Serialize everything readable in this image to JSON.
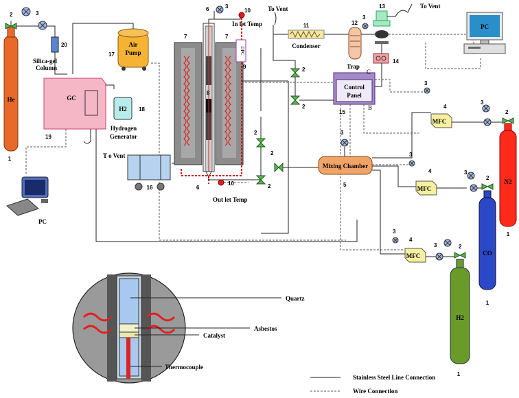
{
  "cylinders": {
    "he": {
      "label": "He",
      "num": "1",
      "color": "#e8692a"
    },
    "n2": {
      "label": "N2",
      "num": "1",
      "color": "#ff2a1a"
    },
    "co": {
      "label": "CO",
      "num": "1",
      "color": "#2a48c8"
    },
    "h2": {
      "label": "H2",
      "num": "1",
      "color": "#6a9a2a"
    }
  },
  "components": {
    "silica_gel": {
      "label1": "Silica-gel",
      "label2": "Column",
      "num": "20"
    },
    "air_pump": {
      "label1": "Air",
      "label2": "Pump",
      "num": "17"
    },
    "gc": {
      "label": "GC",
      "num": "19"
    },
    "h2_gen": {
      "box": "H2",
      "num": "18",
      "label1": "Hydrogen",
      "label2": "Generator"
    },
    "gc_vent": "T o Vent",
    "bath": {
      "num": "16"
    },
    "pc_left": "PC",
    "pc_right": "PC",
    "furnace": {
      "num_left": "7",
      "num_right": "7",
      "reactor_num": "8",
      "tube_top": "6",
      "tube_bottom": "6"
    },
    "inlet_temp": {
      "label": "In let Temp",
      "num": "10"
    },
    "outlet_temp": {
      "label": "Out let Temp",
      "num": "10"
    },
    "dpc": {
      "label": "DPC",
      "num": "9"
    },
    "vent1": "To Vent",
    "vent2": "To Vent",
    "condenser": {
      "label": "Condenser",
      "num": "11"
    },
    "trap": {
      "label": "Trap",
      "num": "12"
    },
    "separator": {
      "num": "13"
    },
    "pump14": {
      "num": "14"
    },
    "control_panel": {
      "label1": "Control",
      "label2": "Panel",
      "num": "15",
      "c": "C",
      "b": "B"
    },
    "mixing": {
      "label": "Mixing Chamber",
      "num": "5"
    },
    "mfc": {
      "label": "MFC",
      "num": "4"
    },
    "valve_num": "2",
    "gauge_num": "3"
  },
  "inset": {
    "quartz": "Quartz",
    "asbestos": "Asbestos",
    "catalyst": "Catalyst",
    "thermocouple": "Thermocouple"
  },
  "legend": {
    "solid": "Stainless Steel Line Connection",
    "dashed": "Wire Connection"
  }
}
